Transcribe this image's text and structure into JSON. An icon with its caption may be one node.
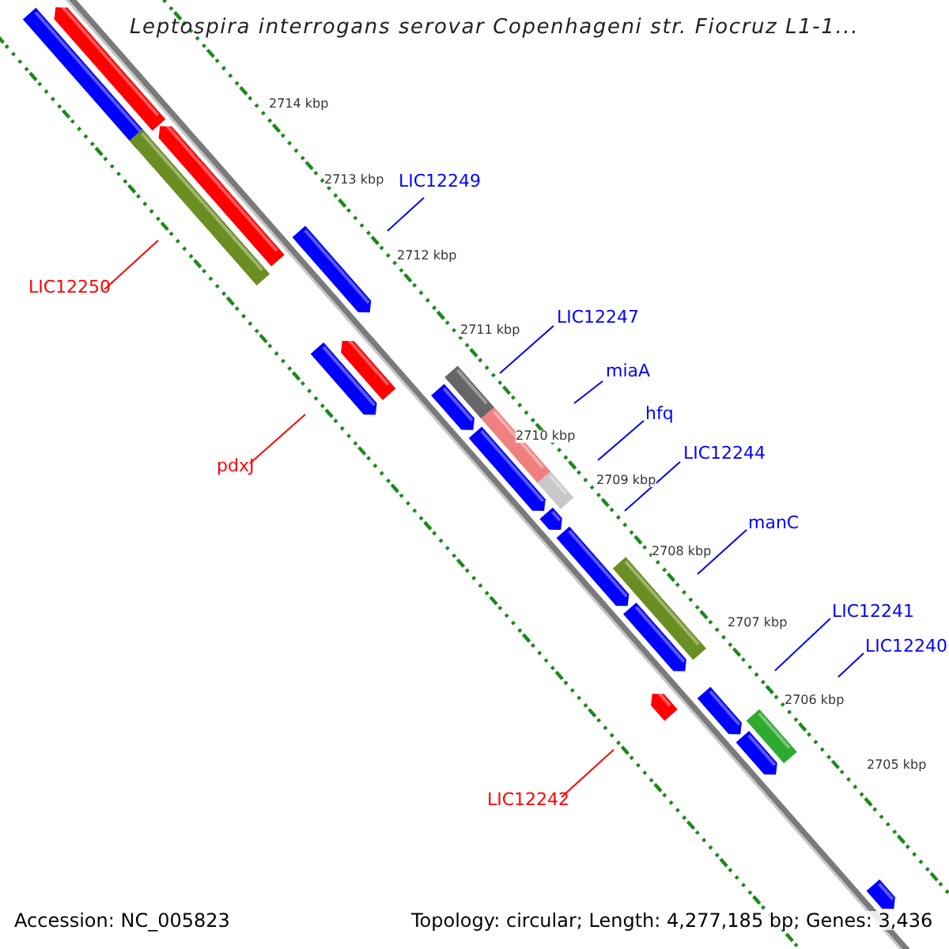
{
  "diagram": {
    "title": "Leptospira interrogans serovar Copenhageni str. Fiocruz L1-1...",
    "nodes": [
      {
        "text": [
          "LIC12249"
        ]
      },
      {
        "text": [
          "LIC12250"
        ]
      },
      {
        "text": [
          "LIC12247"
        ]
      },
      {
        "text": [
          "miaA"
        ]
      },
      {
        "text": [
          "hfq"
        ]
      },
      {
        "text": [
          "LIC12244"
        ]
      },
      {
        "text": [
          "pdxJ"
        ]
      },
      {
        "text": [
          "manC"
        ]
      },
      {
        "text": [
          "LIC12241"
        ]
      },
      {
        "text": [
          "LIC12240"
        ]
      },
      {
        "text": [
          "LIC12242"
        ]
      }
    ],
    "edges": [
      {
        "from": 0,
        "to": null,
        "arrow": "none"
      },
      {
        "from": 1,
        "to": null,
        "arrow": "none",
        "color": "#ff0000"
      },
      {
        "from": 2,
        "to": null,
        "arrow": "none"
      },
      {
        "from": 3,
        "to": null,
        "arrow": "none"
      },
      {
        "from": 4,
        "to": null,
        "arrow": "none"
      },
      {
        "from": 5,
        "to": null,
        "arrow": "none"
      },
      {
        "from": 6,
        "to": null,
        "arrow": "none",
        "color": "#ff0000"
      },
      {
        "from": 7,
        "to": null,
        "arrow": "none"
      },
      {
        "from": 8,
        "to": null,
        "arrow": "none"
      },
      {
        "from": 9,
        "to": null,
        "arrow": "none"
      },
      {
        "from": 10,
        "to": null,
        "arrow": "none",
        "color": "#ff0000"
      }
    ],
    "labels": [
      "2714 kbp",
      "2713 kbp",
      "2712 kbp",
      "2711 kbp",
      "2710 kbp",
      "2709 kbp",
      "2708 kbp",
      "2707 kbp",
      "2706 kbp",
      "2705 kbp",
      "Accession: NC_005823",
      "Topology: circular; Length: 4,277,185 bp; Genes: 3,436"
    ]
  }
}
